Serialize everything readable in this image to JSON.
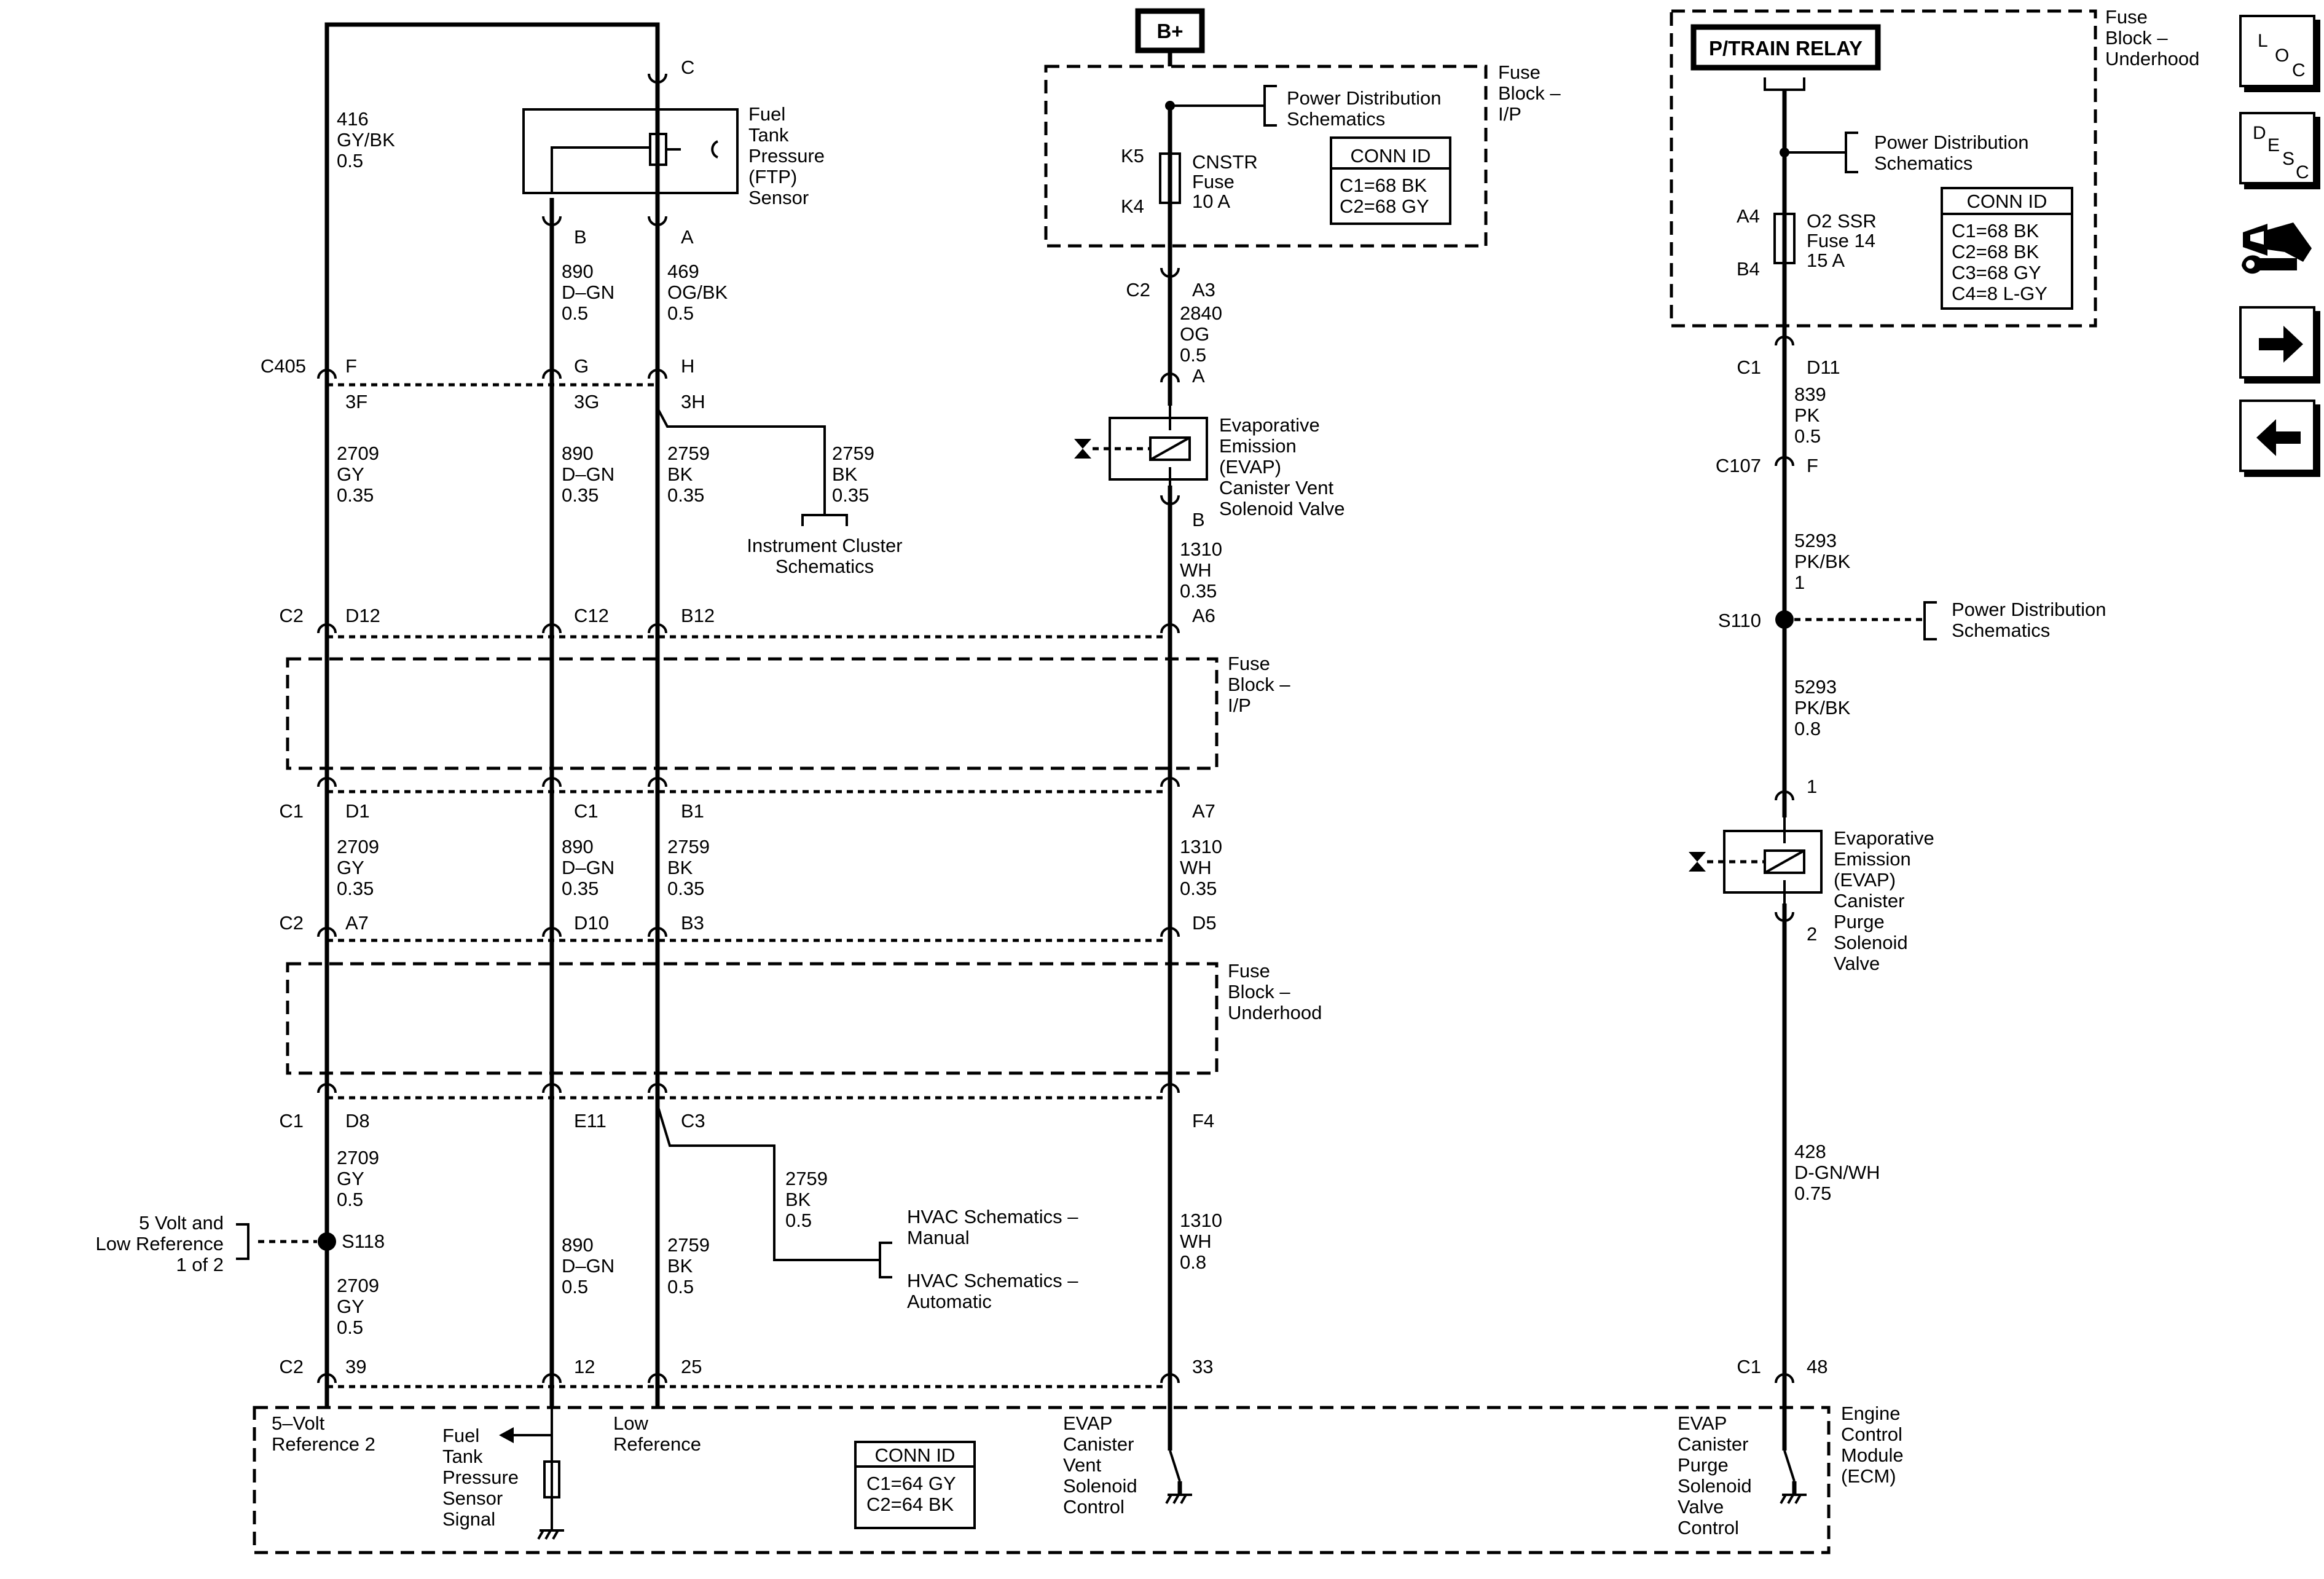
{
  "power": {
    "bplus": "B+",
    "ptrain_relay": "P/TRAIN RELAY"
  },
  "ftp_sensor": {
    "label": [
      "Fuel",
      "Tank",
      "Pressure",
      "(FTP)",
      "Sensor"
    ],
    "pin_c": "C",
    "pin_b": "B",
    "pin_a": "A"
  },
  "fuse_ip_top": {
    "title": [
      "Fuse",
      "Block –",
      "I/P"
    ],
    "pds": [
      "Power Distribution",
      "Schematics"
    ],
    "k5": "K5",
    "k4": "K4",
    "fuse": [
      "CNSTR",
      "Fuse",
      "10 A"
    ],
    "conn_title": "CONN ID",
    "conn": [
      "C1=68 BK",
      "C2=68 GY"
    ]
  },
  "fuse_uh_top": {
    "title": [
      "Fuse",
      "Block –",
      "Underhood"
    ],
    "pds": [
      "Power Distribution",
      "Schematics"
    ],
    "a4": "A4",
    "b4": "B4",
    "fuse": [
      "O2 SSR",
      "Fuse 14",
      "15 A"
    ],
    "conn_title": "CONN ID",
    "conn": [
      "C1=68 BK",
      "C2=68 BK",
      "C3=68 GY",
      "C4=8 L-GY"
    ]
  },
  "wires": {
    "w416": [
      "416",
      "GY/BK",
      "0.5"
    ],
    "w890a": [
      "890",
      "D–GN",
      "0.5"
    ],
    "w469": [
      "469",
      "OG/BK",
      "0.5"
    ],
    "w2840": [
      "2840",
      "OG",
      "0.5"
    ],
    "w839": [
      "839",
      "PK",
      "0.5"
    ],
    "w2709a": [
      "2709",
      "GY",
      "0.35"
    ],
    "w890b": [
      "890",
      "D–GN",
      "0.35"
    ],
    "w2759a": [
      "2759",
      "BK",
      "0.35"
    ],
    "w2759b": [
      "2759",
      "BK",
      "0.35"
    ],
    "w1310a": [
      "1310",
      "WH",
      "0.35"
    ],
    "w5293a": [
      "5293",
      "PK/BK",
      "1"
    ],
    "w5293b": [
      "5293",
      "PK/BK",
      "0.8"
    ],
    "w2709b": [
      "2709",
      "GY",
      "0.35"
    ],
    "w890c": [
      "890",
      "D–GN",
      "0.35"
    ],
    "w2759c": [
      "2759",
      "BK",
      "0.35"
    ],
    "w1310b": [
      "1310",
      "WH",
      "0.35"
    ],
    "w2709c": [
      "2709",
      "GY",
      "0.5"
    ],
    "w2759d": [
      "2759",
      "BK",
      "0.5"
    ],
    "w2709d": [
      "2709",
      "GY",
      "0.5"
    ],
    "w890d": [
      "890",
      "D–GN",
      "0.5"
    ],
    "w2759e": [
      "2759",
      "BK",
      "0.5"
    ],
    "w1310c": [
      "1310",
      "WH",
      "0.8"
    ],
    "w428": [
      "428",
      "D-GN/WH",
      "0.75"
    ]
  },
  "connectors": {
    "c2_top": "C2",
    "a3": "A3",
    "c1_top": "C1",
    "d11": "D11",
    "c405": "C405",
    "f": "F",
    "g": "G",
    "h": "H",
    "p3f": "3F",
    "p3g": "3G",
    "p3h": "3H",
    "evap_a": "A",
    "evap_b": "B",
    "c107": "C107",
    "c107_f": "F",
    "c2_row1": "C2",
    "d12": "D12",
    "c12": "C12",
    "b12": "B12",
    "a6": "A6",
    "c1_row2": "C1",
    "d1": "D1",
    "c1p": "C1",
    "b1": "B1",
    "a7": "A7",
    "c2_row3": "C2",
    "a7b": "A7",
    "d10": "D10",
    "b3": "B3",
    "d5": "D5",
    "c1_row4": "C1",
    "d8": "D8",
    "e11": "E11",
    "c3": "C3",
    "f4": "F4",
    "c2_bot": "C2",
    "p39": "39",
    "p12": "12",
    "p25": "25",
    "p33": "33",
    "c1_bot": "C1",
    "p48": "48",
    "purge_1": "1",
    "purge_2": "2"
  },
  "splices": {
    "s110": "S110",
    "s118": "S118"
  },
  "components": {
    "vent_valve": [
      "Evaporative",
      "Emission",
      "(EVAP)",
      "Canister Vent",
      "Solenoid Valve"
    ],
    "purge_valve": [
      "Evaporative",
      "Emission",
      "(EVAP)",
      "Canister",
      "Purge",
      "Solenoid",
      "Valve"
    ],
    "inst_cluster": [
      "Instrument Cluster",
      "Schematics"
    ],
    "pds_s110": [
      "Power Distribution",
      "Schematics"
    ],
    "fuse_ip_mid": [
      "Fuse",
      "Block –",
      "I/P"
    ],
    "fuse_uh_mid": [
      "Fuse",
      "Block –",
      "Underhood"
    ],
    "hvac_manual": [
      "HVAC Schematics –",
      "Manual"
    ],
    "hvac_auto": [
      "HVAC Schematics –",
      "Automatic"
    ],
    "ref5v": [
      "5 Volt and",
      "Low Reference",
      "1 of 2"
    ]
  },
  "ecm": {
    "title": [
      "Engine",
      "Control",
      "Module",
      "(ECM)"
    ],
    "ref2": [
      "5–Volt",
      "Reference 2"
    ],
    "ftp_signal": [
      "Fuel",
      "Tank",
      "Pressure",
      "Sensor",
      "Signal"
    ],
    "low_ref": [
      "Low",
      "Reference"
    ],
    "vent_ctrl": [
      "EVAP",
      "Canister",
      "Vent",
      "Solenoid",
      "Control"
    ],
    "purge_ctrl": [
      "EVAP",
      "Canister",
      "Purge",
      "Solenoid",
      "Valve",
      "Control"
    ],
    "conn_title": "CONN ID",
    "conn": [
      "C1=64 GY",
      "C2=64 BK"
    ]
  },
  "nav": {
    "loc": [
      "L",
      "O",
      "C"
    ],
    "desc": [
      "D",
      "E",
      "S",
      "C"
    ],
    "icons": [
      "connector-wrench-icon",
      "arrow-right-icon",
      "arrow-left-icon"
    ]
  }
}
